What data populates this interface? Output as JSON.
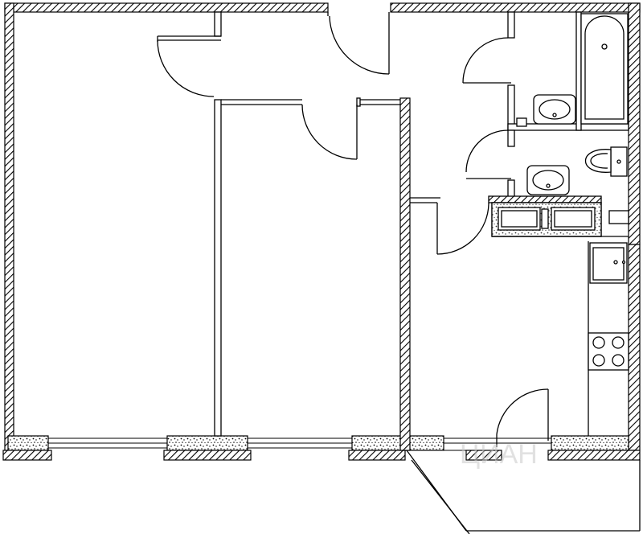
{
  "plan": {
    "kind": "apartment floor plan",
    "rooms": [
      "room",
      "room",
      "hallway",
      "kitchen",
      "bathroom",
      "toilet"
    ],
    "fixtures": [
      "bathtub",
      "washbasin",
      "washbasin",
      "toilet",
      "stove",
      "sink",
      "cabinet-block",
      "balcony"
    ]
  },
  "colors": {
    "line": "#000000",
    "background": "#ffffff",
    "hatch": "#000000",
    "watermark": "#c9c9c9"
  },
  "watermark": {
    "text": "ЦИАН"
  }
}
